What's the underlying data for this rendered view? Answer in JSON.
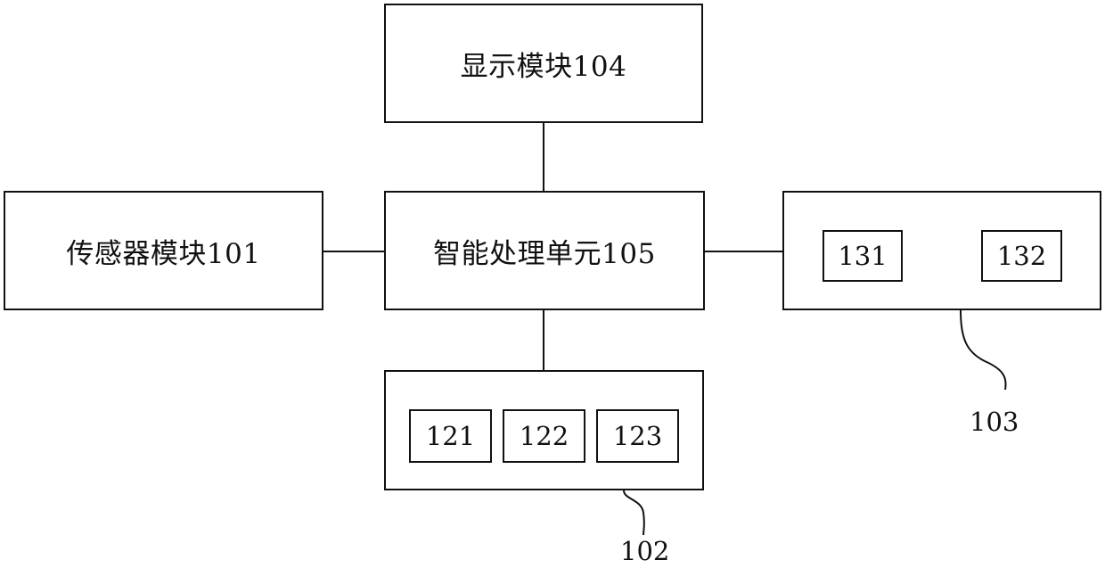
{
  "modules": {
    "display": {
      "label": "显示模块104"
    },
    "sensor": {
      "label": "传感器模块101"
    },
    "processor": {
      "label": "智能处理单元105"
    },
    "group_102": {
      "ref": "102",
      "items": [
        "121",
        "122",
        "123"
      ]
    },
    "group_103": {
      "ref": "103",
      "items": [
        "131",
        "132"
      ]
    }
  }
}
